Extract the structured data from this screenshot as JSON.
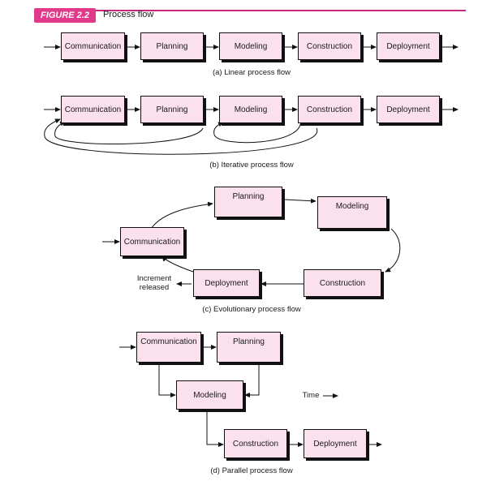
{
  "figure": {
    "badge": "FIGURE 2.2",
    "title": "Process flow"
  },
  "linear": {
    "activities": [
      "Communication",
      "Planning",
      "Modeling",
      "Construction",
      "Deployment"
    ],
    "caption": "(a) Linear process flow"
  },
  "iterative": {
    "activities": [
      "Communication",
      "Planning",
      "Modeling",
      "Construction",
      "Deployment"
    ],
    "caption": "(b) Iterative process flow"
  },
  "evolutionary": {
    "activities": [
      "Communication",
      "Planning",
      "Modeling",
      "Construction",
      "Deployment"
    ],
    "increment_label_line1": "Increment",
    "increment_label_line2": "released",
    "caption": "(c) Evolutionary process flow"
  },
  "parallel": {
    "activities": [
      "Communication",
      "Planning",
      "Modeling",
      "Construction",
      "Deployment"
    ],
    "time_label": "Time",
    "caption": "(d) Parallel process flow"
  },
  "colors": {
    "accent": "#e23a8a",
    "box_fill": "#fbe1ee",
    "line": "#111111"
  }
}
